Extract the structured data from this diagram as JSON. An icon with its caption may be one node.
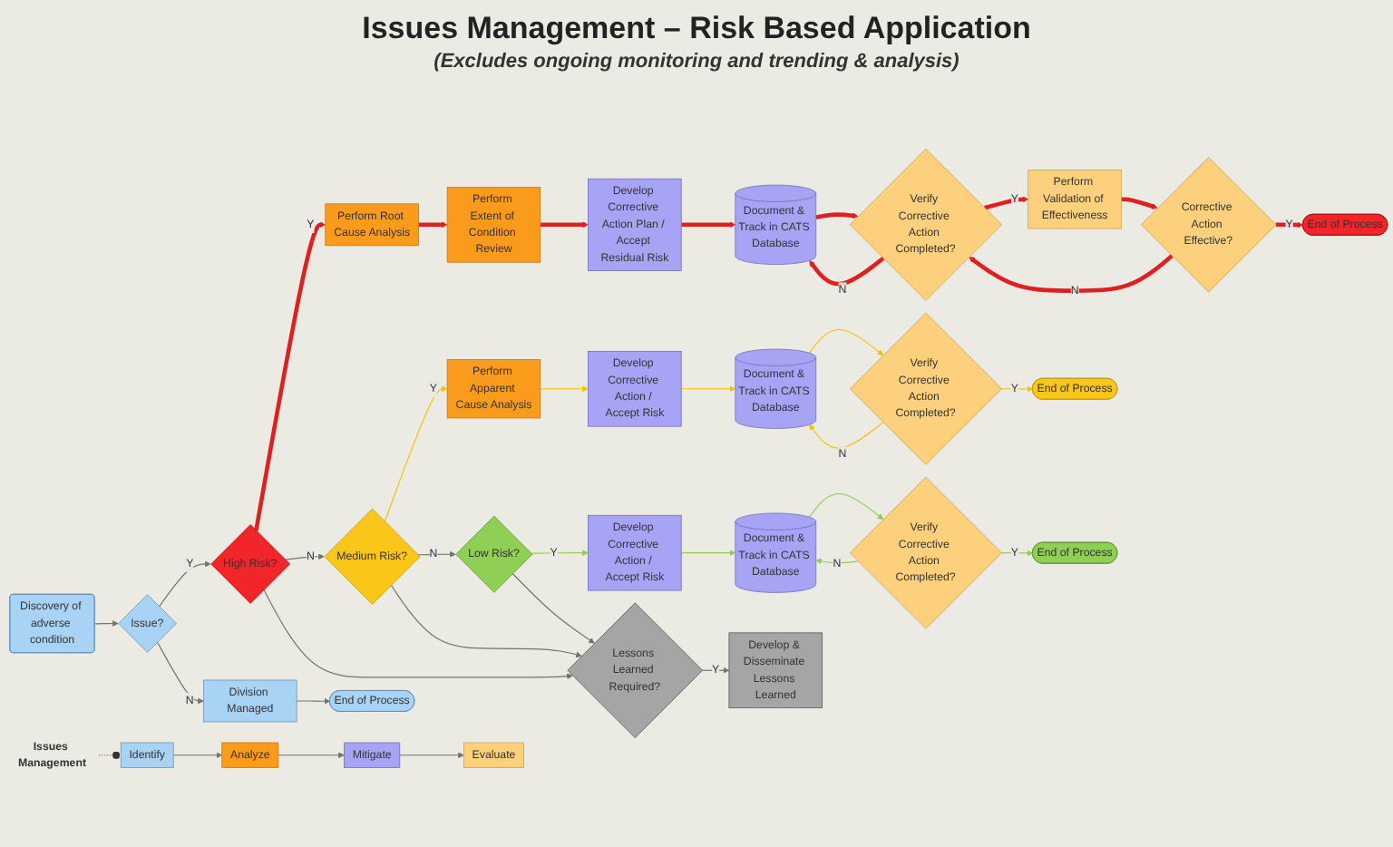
{
  "diagram": {
    "title": "Issues Management – Risk Based Application",
    "caption": "(Excludes ongoing monitoring and trending & analysis)",
    "nodes": [
      {
        "text": [
          "Discovery of adverse condition"
        ]
      },
      {
        "text": [
          "Issue?"
        ]
      },
      {
        "text": [
          "High Risk?"
        ]
      },
      {
        "text": [
          "Perform Root Cause Analysis"
        ]
      },
      {
        "text": [
          "Perform Extent of Condition Review"
        ]
      },
      {
        "text": [
          "Develop Corrective Action Plan / Accept Residual Risk"
        ]
      },
      {
        "text": [
          "Document & Track in CATS Database"
        ]
      },
      {
        "text": [
          "Verify Corrective Action Completed?"
        ]
      },
      {
        "text": [
          "Perform Validation of Effectiveness"
        ]
      },
      {
        "text": [
          "Corrective Action Effective?"
        ]
      },
      {
        "text": [
          "End of Process"
        ]
      },
      {
        "text": [
          "Division Managed"
        ]
      },
      {
        "text": [
          "End of Process"
        ]
      },
      {
        "text": [
          "Medium Risk?"
        ]
      },
      {
        "text": [
          "Perform Apparent Cause Analysis"
        ]
      },
      {
        "text": [
          "Develop Corrective Action / Accept Risk"
        ]
      },
      {
        "text": [
          "Document & Track in CATS Database"
        ]
      },
      {
        "text": [
          "Verify Corrective Action Completed?"
        ]
      },
      {
        "text": [
          "End of Process"
        ]
      },
      {
        "text": [
          "Low Risk?"
        ]
      },
      {
        "text": [
          "Develop Corrective Action / Accept Risk"
        ]
      },
      {
        "text": [
          "Document & Track in CATS Database"
        ]
      },
      {
        "text": [
          "Verify Corrective Action Completed?"
        ]
      },
      {
        "text": [
          "End of Process"
        ]
      },
      {
        "text": [
          "Lessons Learned Required?"
        ]
      },
      {
        "text": [
          "Develop & Disseminate Lessons Learned"
        ]
      },
      {
        "text": [
          "Issues Management"
        ]
      },
      {
        "text": [
          "Identify"
        ]
      },
      {
        "text": [
          "Analyze"
        ]
      },
      {
        "text": [
          "Mitigate"
        ]
      },
      {
        "text": [
          "Evaluate"
        ]
      }
    ],
    "edges": [
      {
        "from": 0,
        "to": 1,
        "arrow": "to"
      },
      {
        "from": 1,
        "to": 2,
        "arrow": "to",
        "label": "Y"
      },
      {
        "from": 1,
        "to": 11,
        "arrow": "to",
        "label": "N"
      },
      {
        "from": 11,
        "to": 12,
        "arrow": "to"
      },
      {
        "from": 2,
        "to": 3,
        "arrow": "to",
        "label": "Y",
        "style": "thick",
        "color": "#e02020"
      },
      {
        "from": 3,
        "to": 4,
        "arrow": "to",
        "style": "thick",
        "color": "#e02020"
      },
      {
        "from": 4,
        "to": 5,
        "arrow": "to",
        "style": "thick",
        "color": "#e02020"
      },
      {
        "from": 5,
        "to": 6,
        "arrow": "to",
        "style": "thick",
        "color": "#e02020"
      },
      {
        "from": 6,
        "to": 7,
        "arrow": "to",
        "style": "thick",
        "color": "#e02020"
      },
      {
        "from": 7,
        "to": 8,
        "arrow": "to",
        "label": "Y",
        "style": "thick",
        "color": "#e02020"
      },
      {
        "from": 7,
        "to": 6,
        "arrow": "to",
        "label": "N",
        "style": "thick",
        "color": "#e02020"
      },
      {
        "from": 8,
        "to": 9,
        "arrow": "to",
        "style": "thick",
        "color": "#e02020"
      },
      {
        "from": 9,
        "to": 10,
        "arrow": "to",
        "label": "Y",
        "style": "thick",
        "color": "#e02020"
      },
      {
        "from": 9,
        "to": 7,
        "arrow": "to",
        "label": "N",
        "style": "thick",
        "color": "#e02020"
      },
      {
        "from": 2,
        "to": 13,
        "arrow": "to",
        "label": "N"
      },
      {
        "from": 13,
        "to": 14,
        "arrow": "to",
        "label": "Y",
        "color": "#f5c000"
      },
      {
        "from": 14,
        "to": 15,
        "arrow": "to",
        "color": "#f5c000"
      },
      {
        "from": 15,
        "to": 16,
        "arrow": "to",
        "color": "#f5c000"
      },
      {
        "from": 16,
        "to": 17,
        "arrow": "to",
        "color": "#f5c000"
      },
      {
        "from": 17,
        "to": 18,
        "arrow": "to",
        "label": "Y",
        "color": "#f5c000"
      },
      {
        "from": 17,
        "to": 16,
        "arrow": "to",
        "label": "N",
        "color": "#f5c000"
      },
      {
        "from": 13,
        "to": 19,
        "arrow": "to",
        "label": "N"
      },
      {
        "from": 19,
        "to": 20,
        "arrow": "to",
        "label": "Y",
        "color": "#8fce4a"
      },
      {
        "from": 20,
        "to": 21,
        "arrow": "to",
        "color": "#8fce4a"
      },
      {
        "from": 21,
        "to": 22,
        "arrow": "to",
        "color": "#8fce4a"
      },
      {
        "from": 22,
        "to": 23,
        "arrow": "to",
        "label": "Y",
        "color": "#8fce4a"
      },
      {
        "from": 22,
        "to": 21,
        "arrow": "to",
        "label": "N",
        "color": "#8fce4a"
      },
      {
        "from": 2,
        "to": 24,
        "arrow": "to"
      },
      {
        "from": 13,
        "to": 24,
        "arrow": "to"
      },
      {
        "from": 19,
        "to": 24,
        "arrow": "to"
      },
      {
        "from": 24,
        "to": 25,
        "arrow": "to",
        "label": "Y"
      },
      {
        "from": 26,
        "to": 27,
        "arrow": "other",
        "style": "dashed"
      },
      {
        "from": 27,
        "to": 28,
        "arrow": "to"
      },
      {
        "from": 28,
        "to": 29,
        "arrow": "to"
      },
      {
        "from": 29,
        "to": 30,
        "arrow": "to"
      }
    ]
  }
}
